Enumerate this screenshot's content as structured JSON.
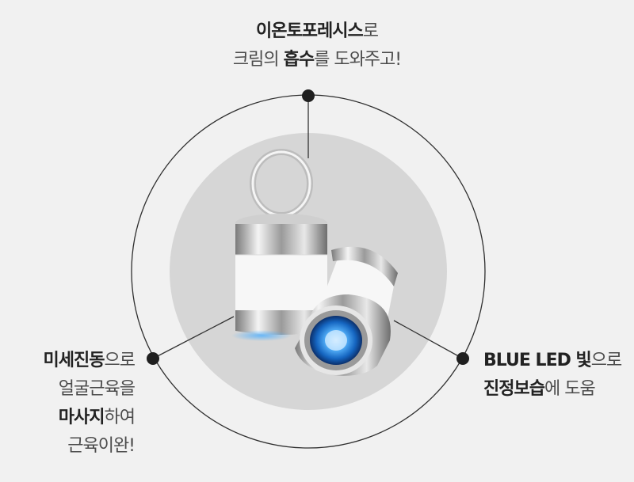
{
  "top_feature": {
    "line1_bold": "이온토포레시스",
    "line1_rest": "로",
    "line2_pre": "크림의 ",
    "line2_bold": "흡수",
    "line2_rest": "를 도와주고!"
  },
  "left_feature": {
    "line1_bold": "미세진동",
    "line1_rest": "으로",
    "line2": "얼굴근육을",
    "line3_bold": "마사지",
    "line3_rest": "하여",
    "line4": "근육이완!"
  },
  "right_feature": {
    "line1_bold": "BLUE LED 빛",
    "line1_rest": "으로",
    "line2_bold": "진정보습",
    "line2_rest": "에 도움"
  },
  "colors": {
    "background": "#f1f1f1",
    "outer_ring": "#2f2f2f",
    "inner_disc": "#d6d6d6",
    "led_blue": "#3aa0ff"
  },
  "icons": [
    "ring-outline",
    "callout-dot",
    "device-illustration"
  ]
}
